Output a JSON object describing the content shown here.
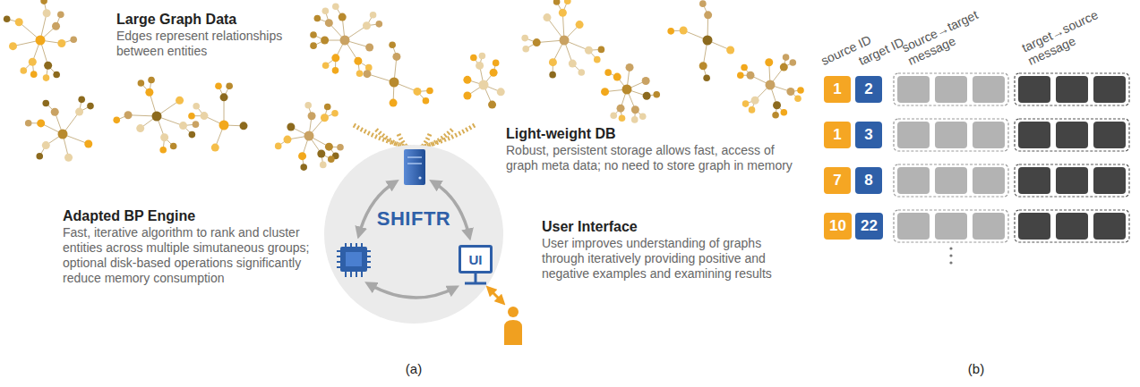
{
  "diagram": {
    "nodes": [
      {
        "text": [
          "SHIFTR"
        ]
      },
      {
        "text": [
          "UI"
        ],
        "in": 0
      },
      {
        "text": [
          "1"
        ]
      },
      {
        "text": [
          "2"
        ]
      },
      {
        "text": [
          "1"
        ]
      },
      {
        "text": [
          "3"
        ]
      },
      {
        "text": [
          "7"
        ]
      },
      {
        "text": [
          "8"
        ]
      },
      {
        "text": [
          "10"
        ]
      },
      {
        "text": [
          "22"
        ]
      }
    ],
    "labels": [
      "Large Graph Data",
      "Edges represent relationships between entities",
      "Light-weight DB",
      "Robust, persistent storage allows fast, access of graph meta data; no need to store graph in memory",
      "Adapted BP Engine",
      "Fast, iterative algorithm to rank and cluster entities across multiple simutaneous groups; optional disk-based operations significantly reduce memory consumption",
      "User Interface",
      "User improves understanding of graphs through iteratively providing positive and negative examples and examining results",
      "(a)",
      "source ID",
      "target ID",
      "source→target message",
      "target→source message",
      "(b)"
    ]
  }
}
